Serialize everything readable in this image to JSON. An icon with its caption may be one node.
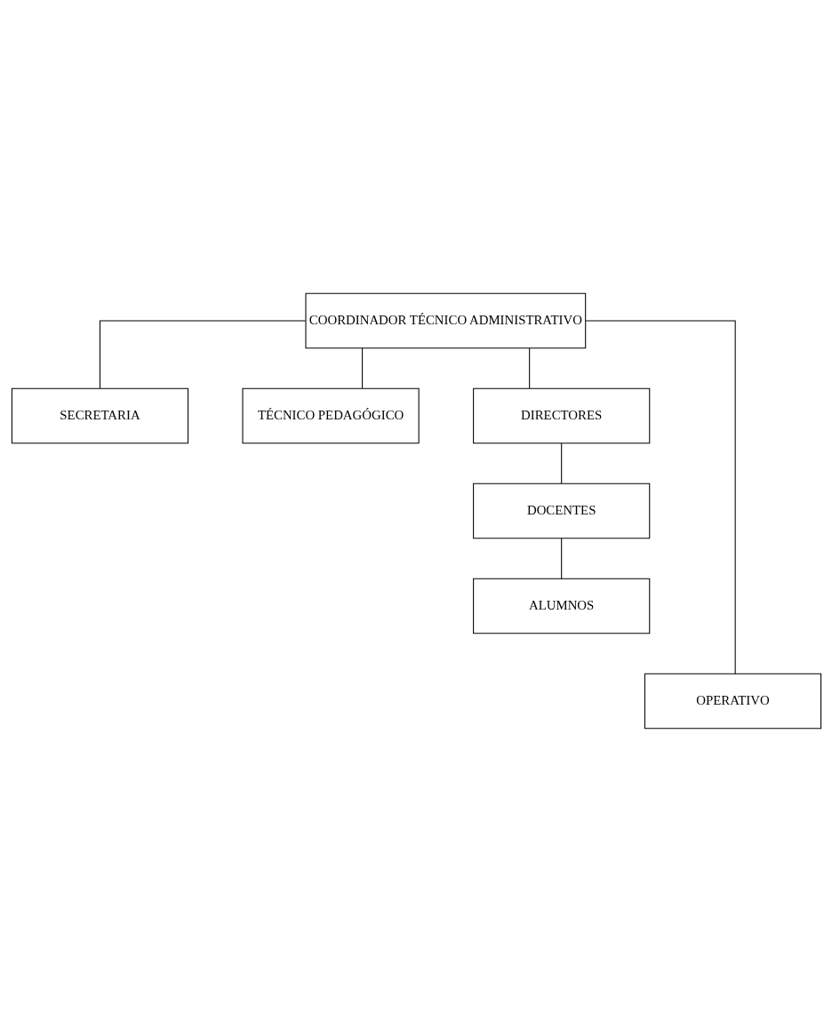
{
  "diagram": {
    "nodes": [
      {
        "text": [
          "COORDINADOR TÉCNICO ADMINISTRATIVO"
        ]
      },
      {
        "text": [
          "SECRETARIA"
        ]
      },
      {
        "text": [
          "TÉCNICO PEDAGÓGICO"
        ]
      },
      {
        "text": [
          "DIRECTORES"
        ]
      },
      {
        "text": [
          "DOCENTES"
        ]
      },
      {
        "text": [
          "ALUMNOS"
        ]
      },
      {
        "text": [
          "OPERATIVO"
        ]
      }
    ],
    "edges": [
      {
        "from": 0,
        "to": 1,
        "arrow": "none"
      },
      {
        "from": 0,
        "to": 2,
        "arrow": "none"
      },
      {
        "from": 0,
        "to": 3,
        "arrow": "none"
      },
      {
        "from": 0,
        "to": 6,
        "arrow": "none"
      },
      {
        "from": 3,
        "to": 4,
        "arrow": "none"
      },
      {
        "from": 4,
        "to": 5,
        "arrow": "none"
      }
    ]
  }
}
